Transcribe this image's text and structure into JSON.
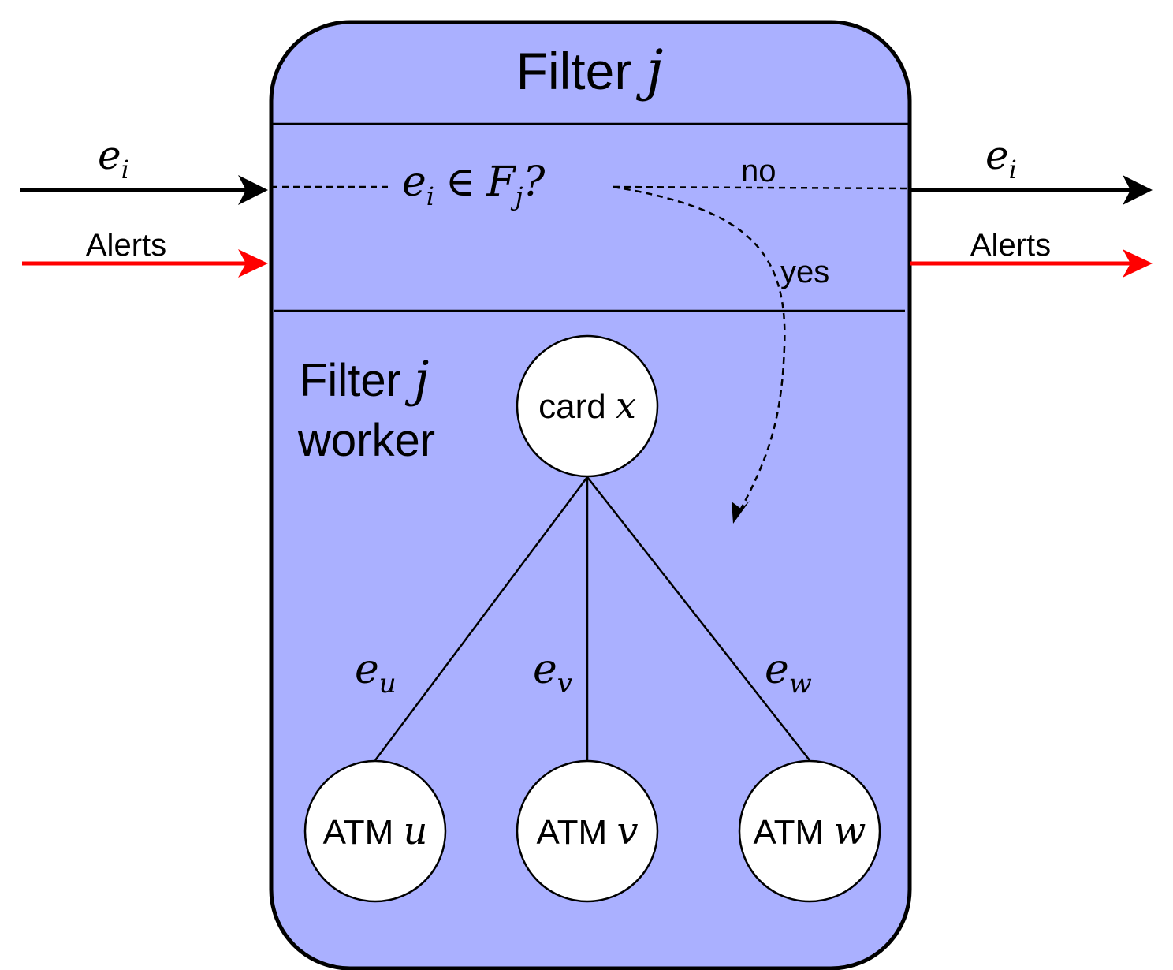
{
  "filter": {
    "title_text": "Filter ",
    "title_var": "j"
  },
  "input": {
    "event_var": "e",
    "event_sub": "i",
    "alerts_label": "Alerts"
  },
  "output": {
    "event_var": "e",
    "event_sub": "i",
    "alerts_label": "Alerts"
  },
  "condition": {
    "var": "e",
    "var_sub": "i",
    "symbol": "∈",
    "set": "F",
    "set_sub": "j",
    "question": "?",
    "no_label": "no",
    "yes_label": "yes"
  },
  "worker": {
    "line1_text": "Filter ",
    "line1_var": "j",
    "line2_text": "worker"
  },
  "nodes": {
    "card": {
      "text": "card ",
      "var": "x"
    },
    "atm_u": {
      "text": "ATM ",
      "var": "u"
    },
    "atm_v": {
      "text": "ATM ",
      "var": "v"
    },
    "atm_w": {
      "text": "ATM ",
      "var": "w"
    }
  },
  "edges": {
    "eu": {
      "var": "e",
      "sub": "u"
    },
    "ev": {
      "var": "e",
      "sub": "v"
    },
    "ew": {
      "var": "e",
      "sub": "w"
    }
  },
  "colors": {
    "box_fill": "#aab0ff",
    "stroke": "#000000",
    "alert_arrow": "#ff0000",
    "node_fill": "#ffffff"
  }
}
